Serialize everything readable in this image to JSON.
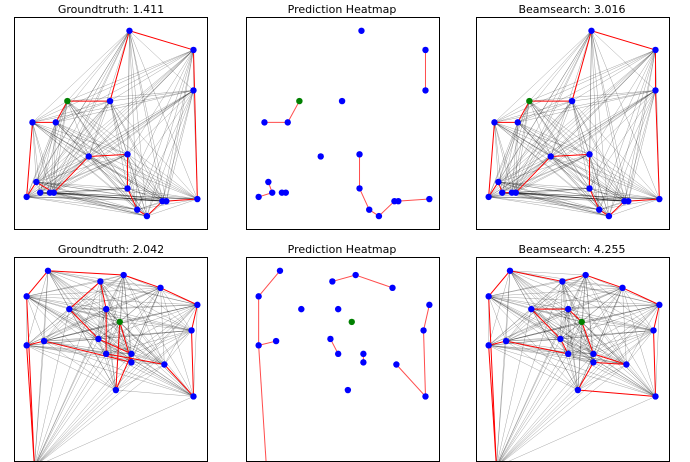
{
  "figure": {
    "panels": [
      {
        "id": "p1",
        "title": "Groundtruth: 1.411",
        "mode": "full",
        "nodes": [
          [
            0.59,
            0.06
          ],
          [
            0.92,
            0.15
          ],
          [
            0.92,
            0.34
          ],
          [
            0.27,
            0.39
          ],
          [
            0.49,
            0.39
          ],
          [
            0.09,
            0.49
          ],
          [
            0.21,
            0.49
          ],
          [
            0.38,
            0.65
          ],
          [
            0.58,
            0.64
          ],
          [
            0.11,
            0.77
          ],
          [
            0.13,
            0.82
          ],
          [
            0.18,
            0.82
          ],
          [
            0.2,
            0.82
          ],
          [
            0.06,
            0.84
          ],
          [
            0.58,
            0.8
          ],
          [
            0.63,
            0.9
          ],
          [
            0.68,
            0.93
          ],
          [
            0.76,
            0.86
          ],
          [
            0.78,
            0.86
          ],
          [
            0.94,
            0.85
          ]
        ],
        "tour": [
          0,
          1,
          19,
          18,
          17,
          16,
          15,
          14,
          8,
          7,
          12,
          9,
          13,
          5,
          6,
          3,
          4,
          0
        ],
        "green": [
          3
        ]
      },
      {
        "id": "p2",
        "title": "Prediction Heatmap",
        "mode": "heat",
        "nodes": [
          [
            0.59,
            0.06
          ],
          [
            0.92,
            0.15
          ],
          [
            0.92,
            0.34
          ],
          [
            0.27,
            0.39
          ],
          [
            0.49,
            0.39
          ],
          [
            0.09,
            0.49
          ],
          [
            0.21,
            0.49
          ],
          [
            0.38,
            0.65
          ],
          [
            0.58,
            0.64
          ],
          [
            0.11,
            0.77
          ],
          [
            0.13,
            0.82
          ],
          [
            0.18,
            0.82
          ],
          [
            0.2,
            0.82
          ],
          [
            0.06,
            0.84
          ],
          [
            0.58,
            0.8
          ],
          [
            0.63,
            0.9
          ],
          [
            0.68,
            0.93
          ],
          [
            0.76,
            0.86
          ],
          [
            0.78,
            0.86
          ],
          [
            0.94,
            0.85
          ]
        ],
        "tour": [
          [
            1,
            2
          ],
          [
            5,
            6
          ],
          [
            6,
            3
          ],
          [
            9,
            10
          ],
          [
            11,
            12
          ],
          [
            13,
            10
          ],
          [
            8,
            14
          ],
          [
            14,
            15
          ],
          [
            15,
            16
          ],
          [
            16,
            17
          ],
          [
            17,
            18
          ],
          [
            18,
            19
          ]
        ],
        "green": [
          3
        ]
      },
      {
        "id": "p3",
        "title": "Beamsearch: 3.016",
        "mode": "full",
        "nodes": [
          [
            0.59,
            0.06
          ],
          [
            0.92,
            0.15
          ],
          [
            0.92,
            0.34
          ],
          [
            0.27,
            0.39
          ],
          [
            0.49,
            0.39
          ],
          [
            0.09,
            0.49
          ],
          [
            0.21,
            0.49
          ],
          [
            0.38,
            0.65
          ],
          [
            0.58,
            0.64
          ],
          [
            0.11,
            0.77
          ],
          [
            0.13,
            0.82
          ],
          [
            0.18,
            0.82
          ],
          [
            0.2,
            0.82
          ],
          [
            0.06,
            0.84
          ],
          [
            0.58,
            0.8
          ],
          [
            0.63,
            0.9
          ],
          [
            0.68,
            0.93
          ],
          [
            0.76,
            0.86
          ],
          [
            0.78,
            0.86
          ],
          [
            0.94,
            0.85
          ]
        ],
        "tour": [
          0,
          1,
          2,
          19,
          18,
          17,
          16,
          15,
          14,
          8,
          7,
          12,
          11,
          10,
          9,
          13,
          5,
          6,
          3,
          4,
          0
        ],
        "green": [
          3
        ]
      },
      {
        "id": "p4",
        "title": "Groundtruth: 2.042",
        "mode": "full",
        "nodes": [
          [
            0.17,
            0.06
          ],
          [
            0.44,
            0.11
          ],
          [
            0.56,
            0.08
          ],
          [
            0.75,
            0.14
          ],
          [
            0.94,
            0.22
          ],
          [
            0.06,
            0.18
          ],
          [
            0.28,
            0.24
          ],
          [
            0.47,
            0.24
          ],
          [
            0.54,
            0.3
          ],
          [
            0.91,
            0.34
          ],
          [
            0.43,
            0.38
          ],
          [
            0.15,
            0.39
          ],
          [
            0.06,
            0.41
          ],
          [
            0.47,
            0.45
          ],
          [
            0.6,
            0.45
          ],
          [
            0.6,
            0.49
          ],
          [
            0.77,
            0.5
          ],
          [
            0.52,
            0.62
          ],
          [
            0.92,
            0.65
          ],
          [
            0.1,
            0.98
          ]
        ],
        "tour": [
          0,
          2,
          3,
          4,
          9,
          18,
          16,
          13,
          7,
          1,
          6,
          10,
          14,
          17,
          8,
          15,
          11,
          12,
          19,
          5,
          0
        ],
        "green": [
          8
        ]
      },
      {
        "id": "p5",
        "title": "Prediction Heatmap",
        "mode": "heat",
        "nodes": [
          [
            0.17,
            0.06
          ],
          [
            0.44,
            0.11
          ],
          [
            0.56,
            0.08
          ],
          [
            0.75,
            0.14
          ],
          [
            0.94,
            0.22
          ],
          [
            0.06,
            0.18
          ],
          [
            0.28,
            0.24
          ],
          [
            0.47,
            0.24
          ],
          [
            0.54,
            0.3
          ],
          [
            0.91,
            0.34
          ],
          [
            0.43,
            0.38
          ],
          [
            0.15,
            0.39
          ],
          [
            0.06,
            0.41
          ],
          [
            0.47,
            0.45
          ],
          [
            0.6,
            0.45
          ],
          [
            0.6,
            0.49
          ],
          [
            0.77,
            0.5
          ],
          [
            0.52,
            0.62
          ],
          [
            0.92,
            0.65
          ],
          [
            0.1,
            0.98
          ]
        ],
        "tour": [
          [
            0,
            5
          ],
          [
            5,
            12
          ],
          [
            12,
            11
          ],
          [
            1,
            2
          ],
          [
            2,
            3
          ],
          [
            4,
            9
          ],
          [
            9,
            18
          ],
          [
            16,
            18
          ],
          [
            10,
            13
          ],
          [
            14,
            15
          ],
          [
            12,
            19
          ]
        ],
        "green": [
          8
        ]
      },
      {
        "id": "p6",
        "title": "Beamsearch: 4.255",
        "mode": "full",
        "nodes": [
          [
            0.17,
            0.06
          ],
          [
            0.44,
            0.11
          ],
          [
            0.56,
            0.08
          ],
          [
            0.75,
            0.14
          ],
          [
            0.94,
            0.22
          ],
          [
            0.06,
            0.18
          ],
          [
            0.28,
            0.24
          ],
          [
            0.47,
            0.24
          ],
          [
            0.54,
            0.3
          ],
          [
            0.91,
            0.34
          ],
          [
            0.43,
            0.38
          ],
          [
            0.15,
            0.39
          ],
          [
            0.06,
            0.41
          ],
          [
            0.47,
            0.45
          ],
          [
            0.6,
            0.45
          ],
          [
            0.6,
            0.49
          ],
          [
            0.77,
            0.5
          ],
          [
            0.52,
            0.62
          ],
          [
            0.92,
            0.65
          ],
          [
            0.1,
            0.98
          ]
        ],
        "tour": [
          0,
          1,
          2,
          3,
          4,
          9,
          18,
          17,
          15,
          16,
          14,
          8,
          7,
          6,
          10,
          13,
          11,
          12,
          19,
          5,
          0
        ],
        "green": [
          8
        ]
      }
    ],
    "colors": {
      "node": "#0000ff",
      "green": "#008000",
      "tour": "#ff0000",
      "edge": "#000000"
    }
  }
}
